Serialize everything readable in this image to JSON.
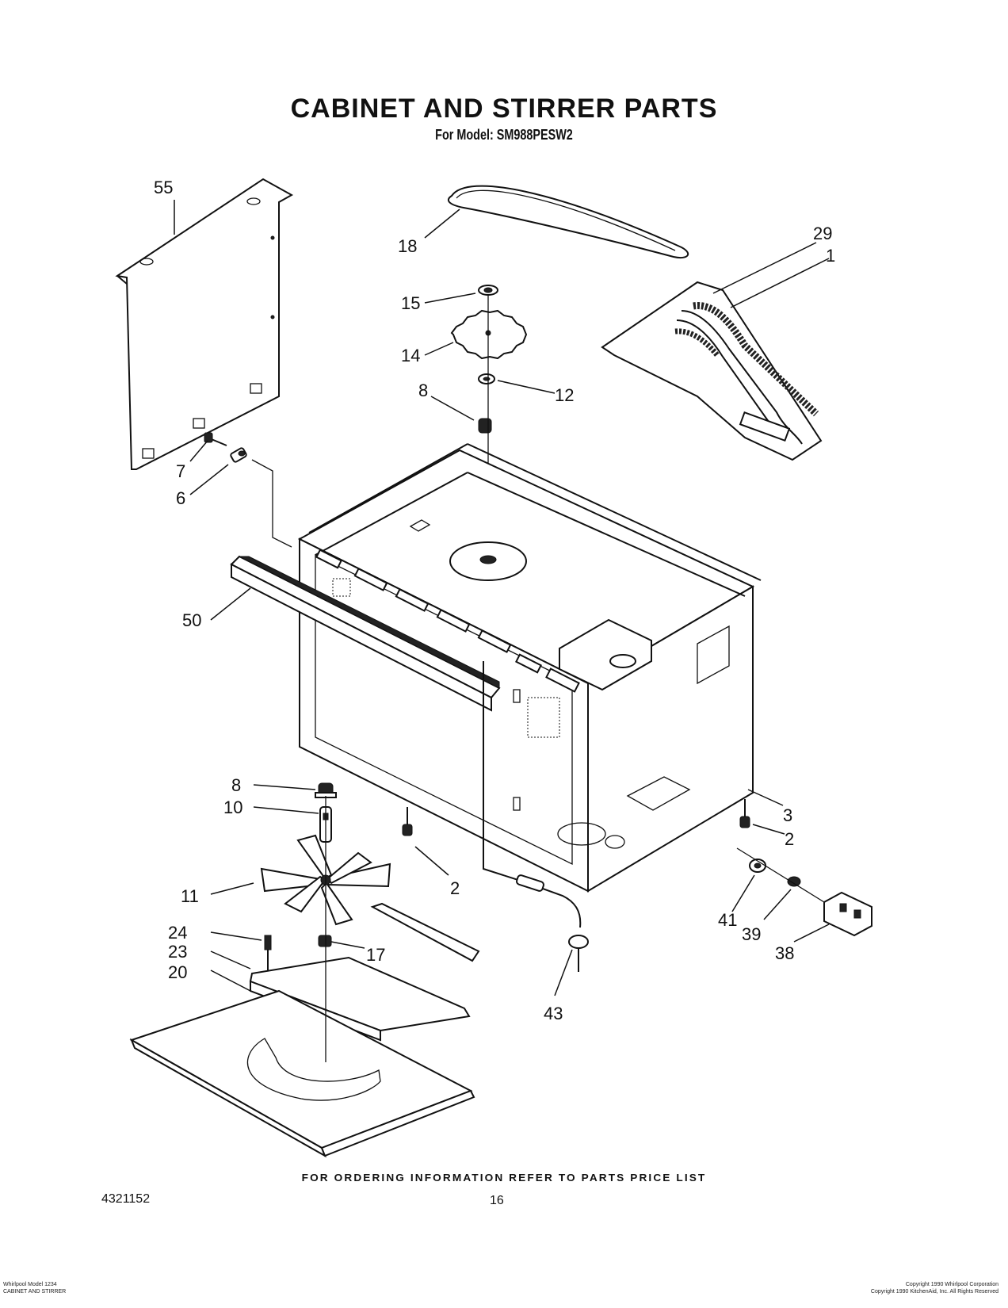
{
  "header": {
    "title": "CABINET AND STIRRER PARTS",
    "subtitle": "For Model: SM988PESW2"
  },
  "callouts": [
    "55",
    "18",
    "29",
    "1",
    "15",
    "14",
    "12",
    "8",
    "7",
    "6",
    "50",
    "8",
    "10",
    "11",
    "24",
    "23",
    "20",
    "17",
    "2",
    "43",
    "3",
    "2",
    "41",
    "39",
    "38"
  ],
  "footer": {
    "order_info": "FOR ORDERING INFORMATION REFER TO PARTS PRICE LIST",
    "doc_number": "4321152",
    "page_number": "16",
    "fine_left_1": "Whirlpool Model 1234",
    "fine_left_2": "CABINET AND STIRRER",
    "fine_right_1": "Copyright 1990 Whirlpool Corporation",
    "fine_right_2": "Copyright 1990 KitchenAid, Inc. All Rights Reserved"
  }
}
